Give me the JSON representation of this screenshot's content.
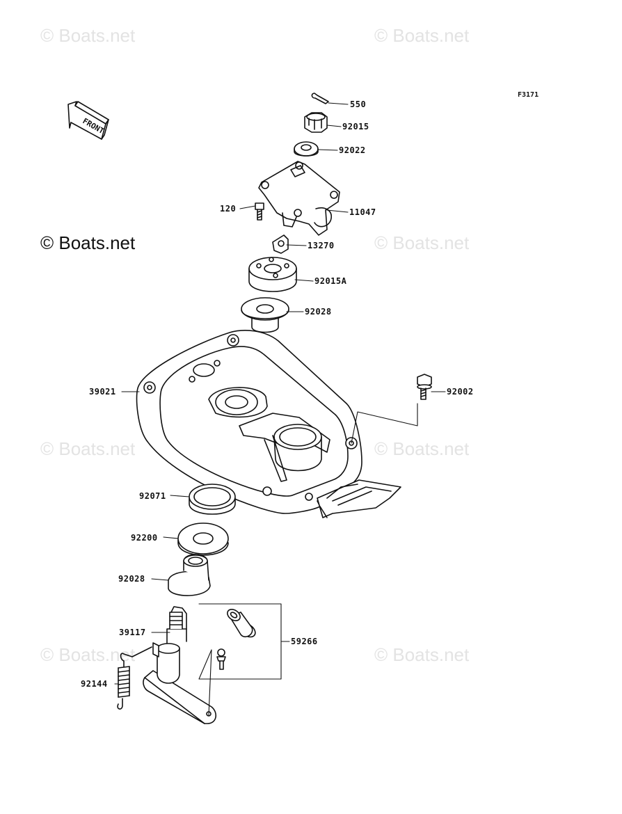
{
  "diagram_code": "F3171",
  "watermark_text": "© Boats.net",
  "front_label": "FRONT",
  "parts": [
    {
      "number": "550"
    },
    {
      "number": "92015"
    },
    {
      "number": "92022"
    },
    {
      "number": "11047"
    },
    {
      "number": "120"
    },
    {
      "number": "13270"
    },
    {
      "number": "92015A"
    },
    {
      "number": "92028"
    },
    {
      "number": "39021"
    },
    {
      "number": "92002"
    },
    {
      "number": "92071"
    },
    {
      "number": "92200"
    },
    {
      "number": "92028"
    },
    {
      "number": "39117"
    },
    {
      "number": "59266"
    },
    {
      "number": "92144"
    }
  ]
}
